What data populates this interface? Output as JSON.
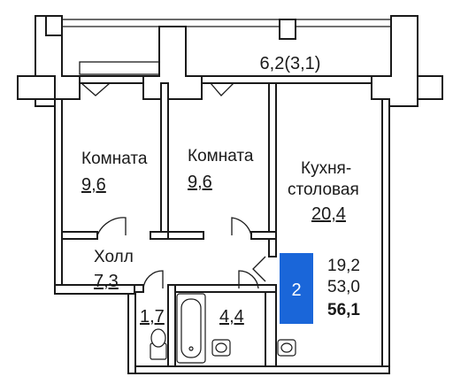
{
  "plan": {
    "balcony": {
      "area": "6,2(3,1)"
    },
    "rooms": [
      {
        "id": "room-left",
        "name": "Комната",
        "area": "9,6"
      },
      {
        "id": "room-middle",
        "name": "Комната",
        "area": "9,6"
      },
      {
        "id": "kitchen",
        "name_line1": "Кухня-",
        "name_line2": "столовая",
        "area": "20,4"
      },
      {
        "id": "hall",
        "name": "Холл",
        "area": "7,3"
      },
      {
        "id": "toilet",
        "area": "1,7"
      },
      {
        "id": "bathroom",
        "area": "4,4"
      }
    ],
    "summary": {
      "rooms_count": "2",
      "living_area": "19,2",
      "area_without_balcony": "53,0",
      "total_area": "56,1",
      "badge_color": "#1a66d9"
    }
  }
}
